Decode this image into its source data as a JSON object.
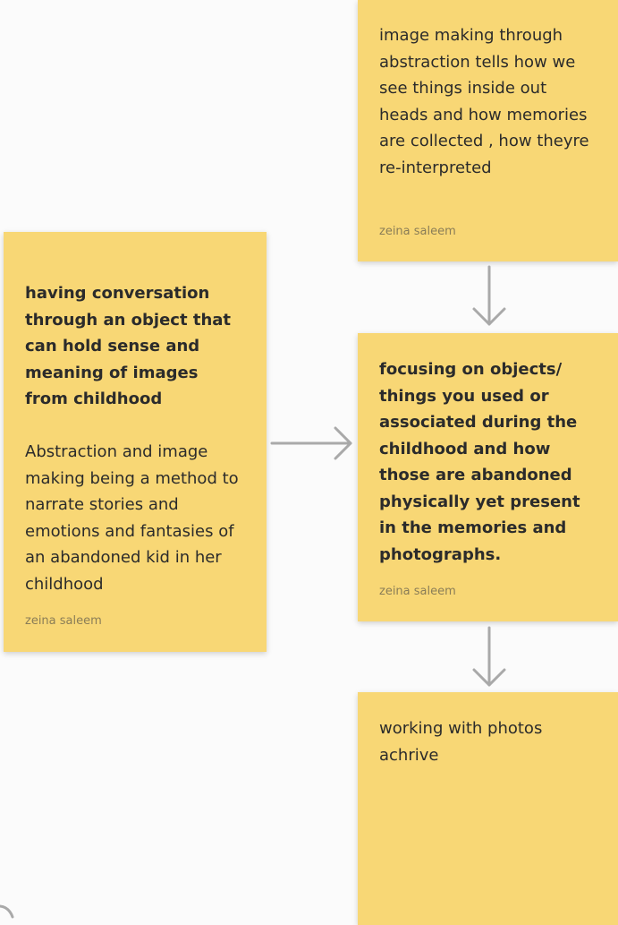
{
  "notes": [
    {
      "text": "image making through abstraction tells how we see things inside out heads and how memories are collected , how theyre re-interpreted",
      "author": "zeina saleem"
    },
    {
      "bold_text": "having conversation through an object that can hold sense and meaning of images from childhood",
      "text": "Abstraction and image making being a method to narrate stories and emotions and fantasies of an abandoned kid in her childhood",
      "author": "zeina saleem"
    },
    {
      "bold_text": "focusing on objects/ things you used or associated during the childhood and how those are abandoned physically yet present in the memories and photographs.",
      "author": "zeina saleem"
    },
    {
      "text": "working with photos achrive"
    }
  ],
  "colors": {
    "sticky": "#f8d775",
    "arrow": "#a9a9a9",
    "canvas": "#fbfbfb"
  }
}
